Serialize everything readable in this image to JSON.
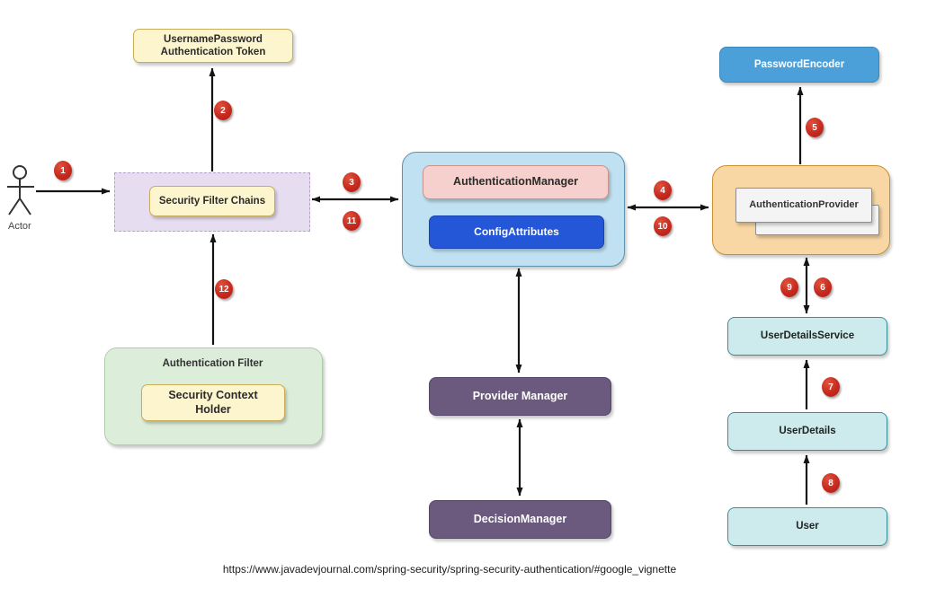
{
  "diagram": {
    "title_context": "Spring Security Authentication flow diagram",
    "actor": {
      "label": "Actor"
    },
    "nodes": {
      "token": {
        "label": "UsernamePassword\nAuthentication Token"
      },
      "security_filter_chains": {
        "label": "Security Filter Chains"
      },
      "authentication_manager": {
        "label": "AuthenticationManager"
      },
      "config_attributes": {
        "label": "ConfigAttributes"
      },
      "provider_manager": {
        "label": "Provider Manager"
      },
      "decision_manager": {
        "label": "DecisionManager"
      },
      "password_encoder": {
        "label": "PasswordEncoder"
      },
      "authentication_provider": {
        "label": "AuthenticationProvider"
      },
      "user_details_service": {
        "label": "UserDetailsService"
      },
      "user_details": {
        "label": "UserDetails"
      },
      "user": {
        "label": "User"
      },
      "authentication_filter": {
        "label": "Authentication Filter"
      },
      "security_context_holder": {
        "label": "Security Context\nHolder"
      }
    },
    "steps": [
      "1",
      "2",
      "3",
      "4",
      "5",
      "6",
      "7",
      "8",
      "9",
      "10",
      "11",
      "12"
    ],
    "colors": {
      "badge_red": "#c62a1e",
      "yellow_fill": "#fcf5ce",
      "lavender_fill": "#e6def0",
      "light_blue_fill": "#bfe1f1",
      "pink_fill": "#f6d0cc",
      "config_blue": "#2456d8",
      "encoder_blue": "#4ba0da",
      "orange_fill": "#f8d7a5",
      "gray_fill": "#f4f4f4",
      "teal_fill": "#cdebec",
      "green_fill": "#dcedda",
      "purple_fill": "#6b5a7d",
      "arrow_black": "#141414"
    }
  },
  "footer": {
    "url": "https://www.javadevjournal.com/spring-security/spring-security-authentication/#google_vignette"
  }
}
